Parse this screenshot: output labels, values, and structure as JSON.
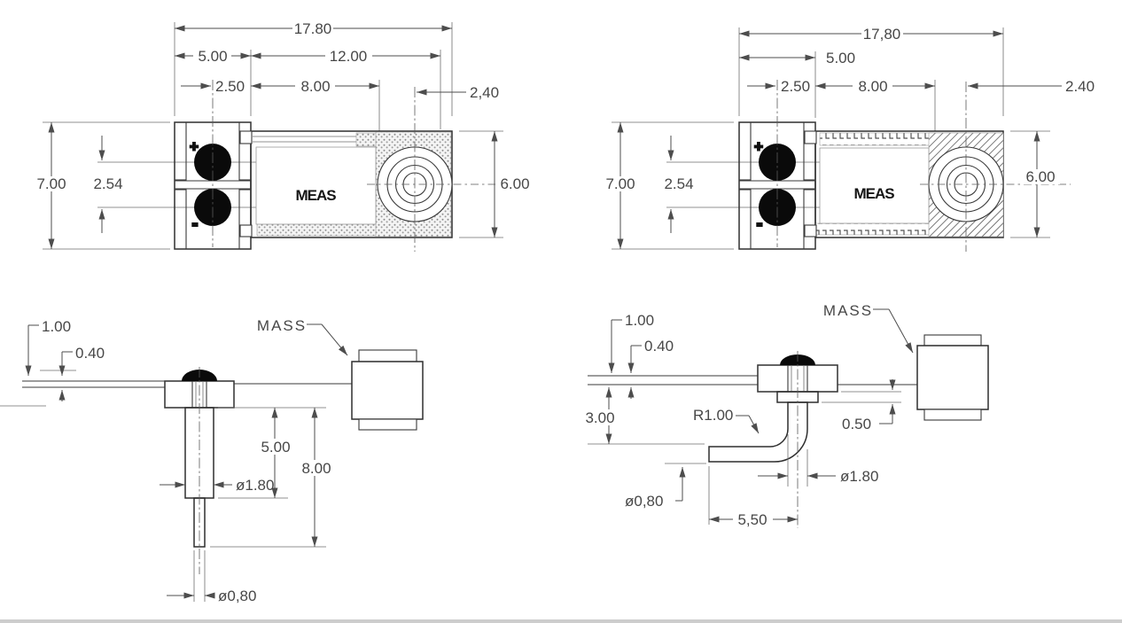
{
  "drawing": {
    "product_marking": "MEAS",
    "left_variant": {
      "front_view": {
        "overall_width": "17.80",
        "connector_width": "5.00",
        "film_width": "12.00",
        "pin_offset": "2.50",
        "film_to_mass": "8.00",
        "mass_to_edge": "2,40",
        "overall_height": "7.00",
        "pin_pitch": "2.54",
        "body_height": "6.00",
        "plus_marking": "+",
        "minus_marking": "-",
        "logo": "MEAS"
      },
      "side_view": {
        "rivet_height": "1.00",
        "film_thickness": "0.40",
        "mass_label": "MASS",
        "pin_shoulder_length": "5.00",
        "pin_length": "8.00",
        "pin_shoulder_dia": "ø1.80",
        "pin_tip_dia": "ø0,80"
      }
    },
    "right_variant": {
      "front_view": {
        "overall_width": "17,80",
        "connector_width": "5.00",
        "pin_offset": "2.50",
        "film_to_mass": "8.00",
        "mass_to_edge": "2.40",
        "overall_height": "7.00",
        "pin_pitch": "2.54",
        "body_height": "6.00",
        "plus_marking": "+",
        "minus_marking": "-",
        "logo": "MEAS"
      },
      "side_view": {
        "rivet_height": "1.00",
        "film_thickness": "0.40",
        "mass_label": "MASS",
        "vertical_drop": "3.00",
        "bend_radius": "R1.00",
        "shoulder_protrusion": "0.50",
        "pin_shoulder_dia": "ø1.80",
        "pin_tip_dia": "ø0,80",
        "leg_length": "5,50"
      }
    }
  }
}
